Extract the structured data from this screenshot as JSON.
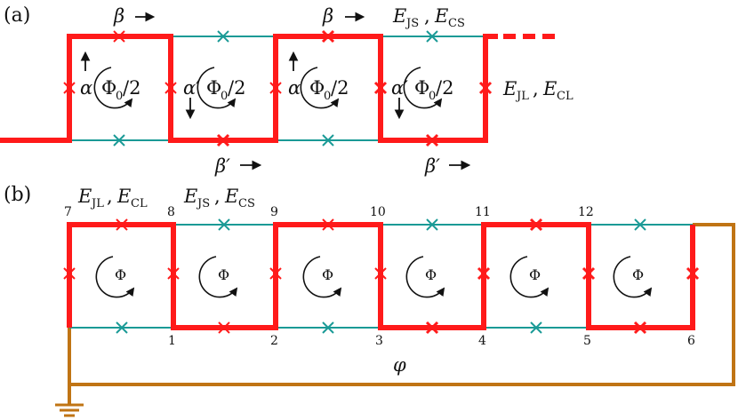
{
  "panels": {
    "a": {
      "label": "(a)"
    },
    "b": {
      "label": "(b)"
    }
  },
  "panel_a": {
    "beta": "β",
    "beta_prime": "β′",
    "alpha": "α",
    "alpha_prime": "α′",
    "phi_half": "Φ",
    "phi_half_sub": "0",
    "phi_half_tail": "/2",
    "ejs_main": "E",
    "ejs_sub": "JS",
    "ecs_main": "E",
    "ecs_sub": "CS",
    "ejl_main": "E",
    "ejl_sub": "JL",
    "ecl_main": "E",
    "ecl_sub": "CL",
    "comma": ","
  },
  "panel_b": {
    "ejl_main": "E",
    "ejl_sub": "JL",
    "ecl_main": "E",
    "ecl_sub": "CL",
    "ejs_main": "E",
    "ejs_sub": "JS",
    "ecs_main": "E",
    "ecs_sub": "CS",
    "comma": ",",
    "phi": "Φ",
    "varphi": "φ",
    "nodes_bottom": [
      "1",
      "2",
      "3",
      "4",
      "5",
      "6"
    ],
    "nodes_top": [
      "7",
      "8",
      "9",
      "10",
      "11",
      "12"
    ]
  },
  "colors": {
    "strong": "#ff1a1a",
    "weak": "#1a9a96",
    "bias": "#c07414"
  }
}
